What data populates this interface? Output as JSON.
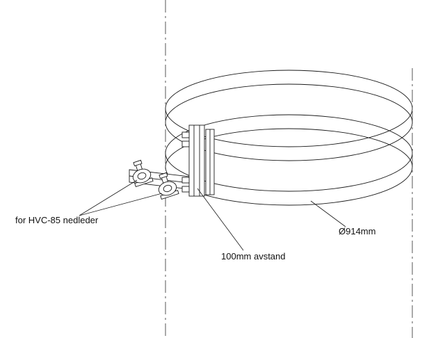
{
  "diagram": {
    "type": "technical-drawing",
    "subject": "Pole clamp band with down-conductor cable clamps",
    "labels": {
      "clamp_label": "for HVC-85 nedleder",
      "spacing_label": "100mm avstand",
      "diameter_label": "Ø914mm"
    },
    "colors": {
      "line": "#1a1a1a",
      "centerline": "#444444",
      "background": "#ffffff"
    }
  }
}
